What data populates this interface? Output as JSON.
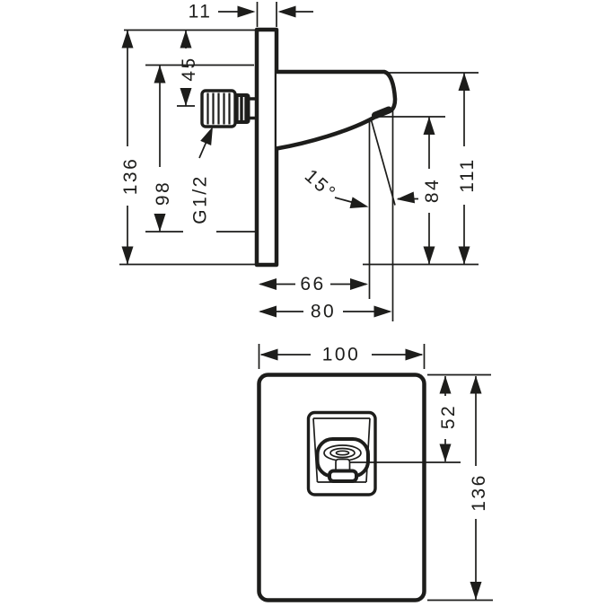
{
  "colors": {
    "ink": "#1d1d1b",
    "background": "#ffffff"
  },
  "side_view": {
    "plate_thickness": "11",
    "total_height": "136",
    "lower_span": "98",
    "upper_span": "45",
    "thread_size": "G1/2",
    "spout_angle": "15°",
    "outlet_height": "84",
    "spout_top_height": "111",
    "outlet_reach": "66",
    "total_reach": "80"
  },
  "front_view": {
    "plate_width": "100",
    "outlet_from_top": "52",
    "plate_height": "136"
  }
}
